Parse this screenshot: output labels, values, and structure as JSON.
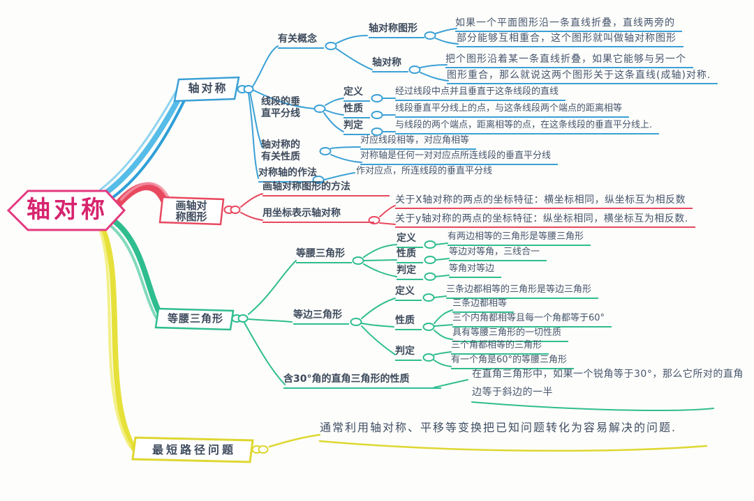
{
  "center": {
    "label": "轴对称"
  },
  "axis": {
    "label": "轴对称",
    "concepts": {
      "label": "有关概念",
      "figure": {
        "label": "轴对称图形",
        "line1": "如果一个平面图形沿一条直线折叠，直线两旁的",
        "line2": "部分能够互相重合，这个图形就叫做轴对称图形"
      },
      "symmetry": {
        "label": "轴对称",
        "line1": "把个图形沿着某一条直线折叠，如果它能够与另一个",
        "line2": "图形重合，那么就说这两个图形关于这条直线(成轴)对称."
      }
    },
    "bisector": {
      "label_line1": "线段的垂",
      "label_line2": "直平分线",
      "definition": {
        "label": "定义",
        "desc": "经过线段中点并且垂直于这条线段的直线"
      },
      "property": {
        "label": "性质",
        "desc": "线段垂直平分线上的点，与这条线段两个端点的距离相等"
      },
      "judgement": {
        "label": "判定",
        "desc": "与线段的两个端点，距离相等的点，在这条线段的垂直平分线上."
      }
    },
    "sym_props": {
      "label_line1": "轴对称的",
      "label_line2": "有关性质",
      "desc1": "对应线段相等，对应角相等",
      "desc2": "对称轴是任何一对对应点所连线段的垂直平分线"
    },
    "axis_construction": {
      "label": "对称轴的作法",
      "desc": "作对应点，所连线段的垂直平分线"
    }
  },
  "draw": {
    "label_line1": "画轴对",
    "label_line2": "称图形",
    "method": {
      "label": "画轴对称图形的方法"
    },
    "coordinates": {
      "label": "用坐标表示轴对称",
      "x_rule": "关于X轴对称的两点的坐标特征：横坐标相同，纵坐标互为相反数",
      "y_rule": "关于y轴对称的两点的坐标特征：纵坐标相同，横坐标互为相反数."
    }
  },
  "triangle": {
    "label": "等腰三角形",
    "isosceles": {
      "label": "等腰三角形",
      "definition": {
        "label": "定义",
        "desc": "有两边相等的三角形是等腰三角形"
      },
      "property": {
        "label": "性质",
        "desc": "等边对等角，三线合一"
      },
      "judgement": {
        "label": "判定",
        "desc": "等角对等边"
      }
    },
    "equilateral": {
      "label": "等边三角形",
      "definition": {
        "label": "定义",
        "desc": "三条边都相等的三角形是等边三角形"
      },
      "property": {
        "label": "性质",
        "desc1": "三条边都相等",
        "desc2": "三个内角都相等且每一个角都等于60°",
        "desc3": "具有等腰三角形的一切性质"
      },
      "judgement": {
        "label": "判定",
        "desc1": "三个角都相等的三角形",
        "desc2": "有一个角是60°的等腰三角形"
      }
    },
    "right30": {
      "label": "含30°角的直角三角形的性质",
      "line1": "在直角三角形中，如果一个锐角等于30°，那么它所对的直角",
      "line2": "边等于斜边的一半"
    }
  },
  "shortest_path": {
    "label": "最短路径问题",
    "desc": "通常利用轴对称、平移等变换把已知问题转化为容易解决的问题."
  },
  "colors": {
    "center": "#d6246e",
    "blue": "#3aa0d6",
    "red": "#e8485e",
    "green": "#2fbd8f",
    "yellow": "#ded731",
    "text": "#46556c"
  }
}
